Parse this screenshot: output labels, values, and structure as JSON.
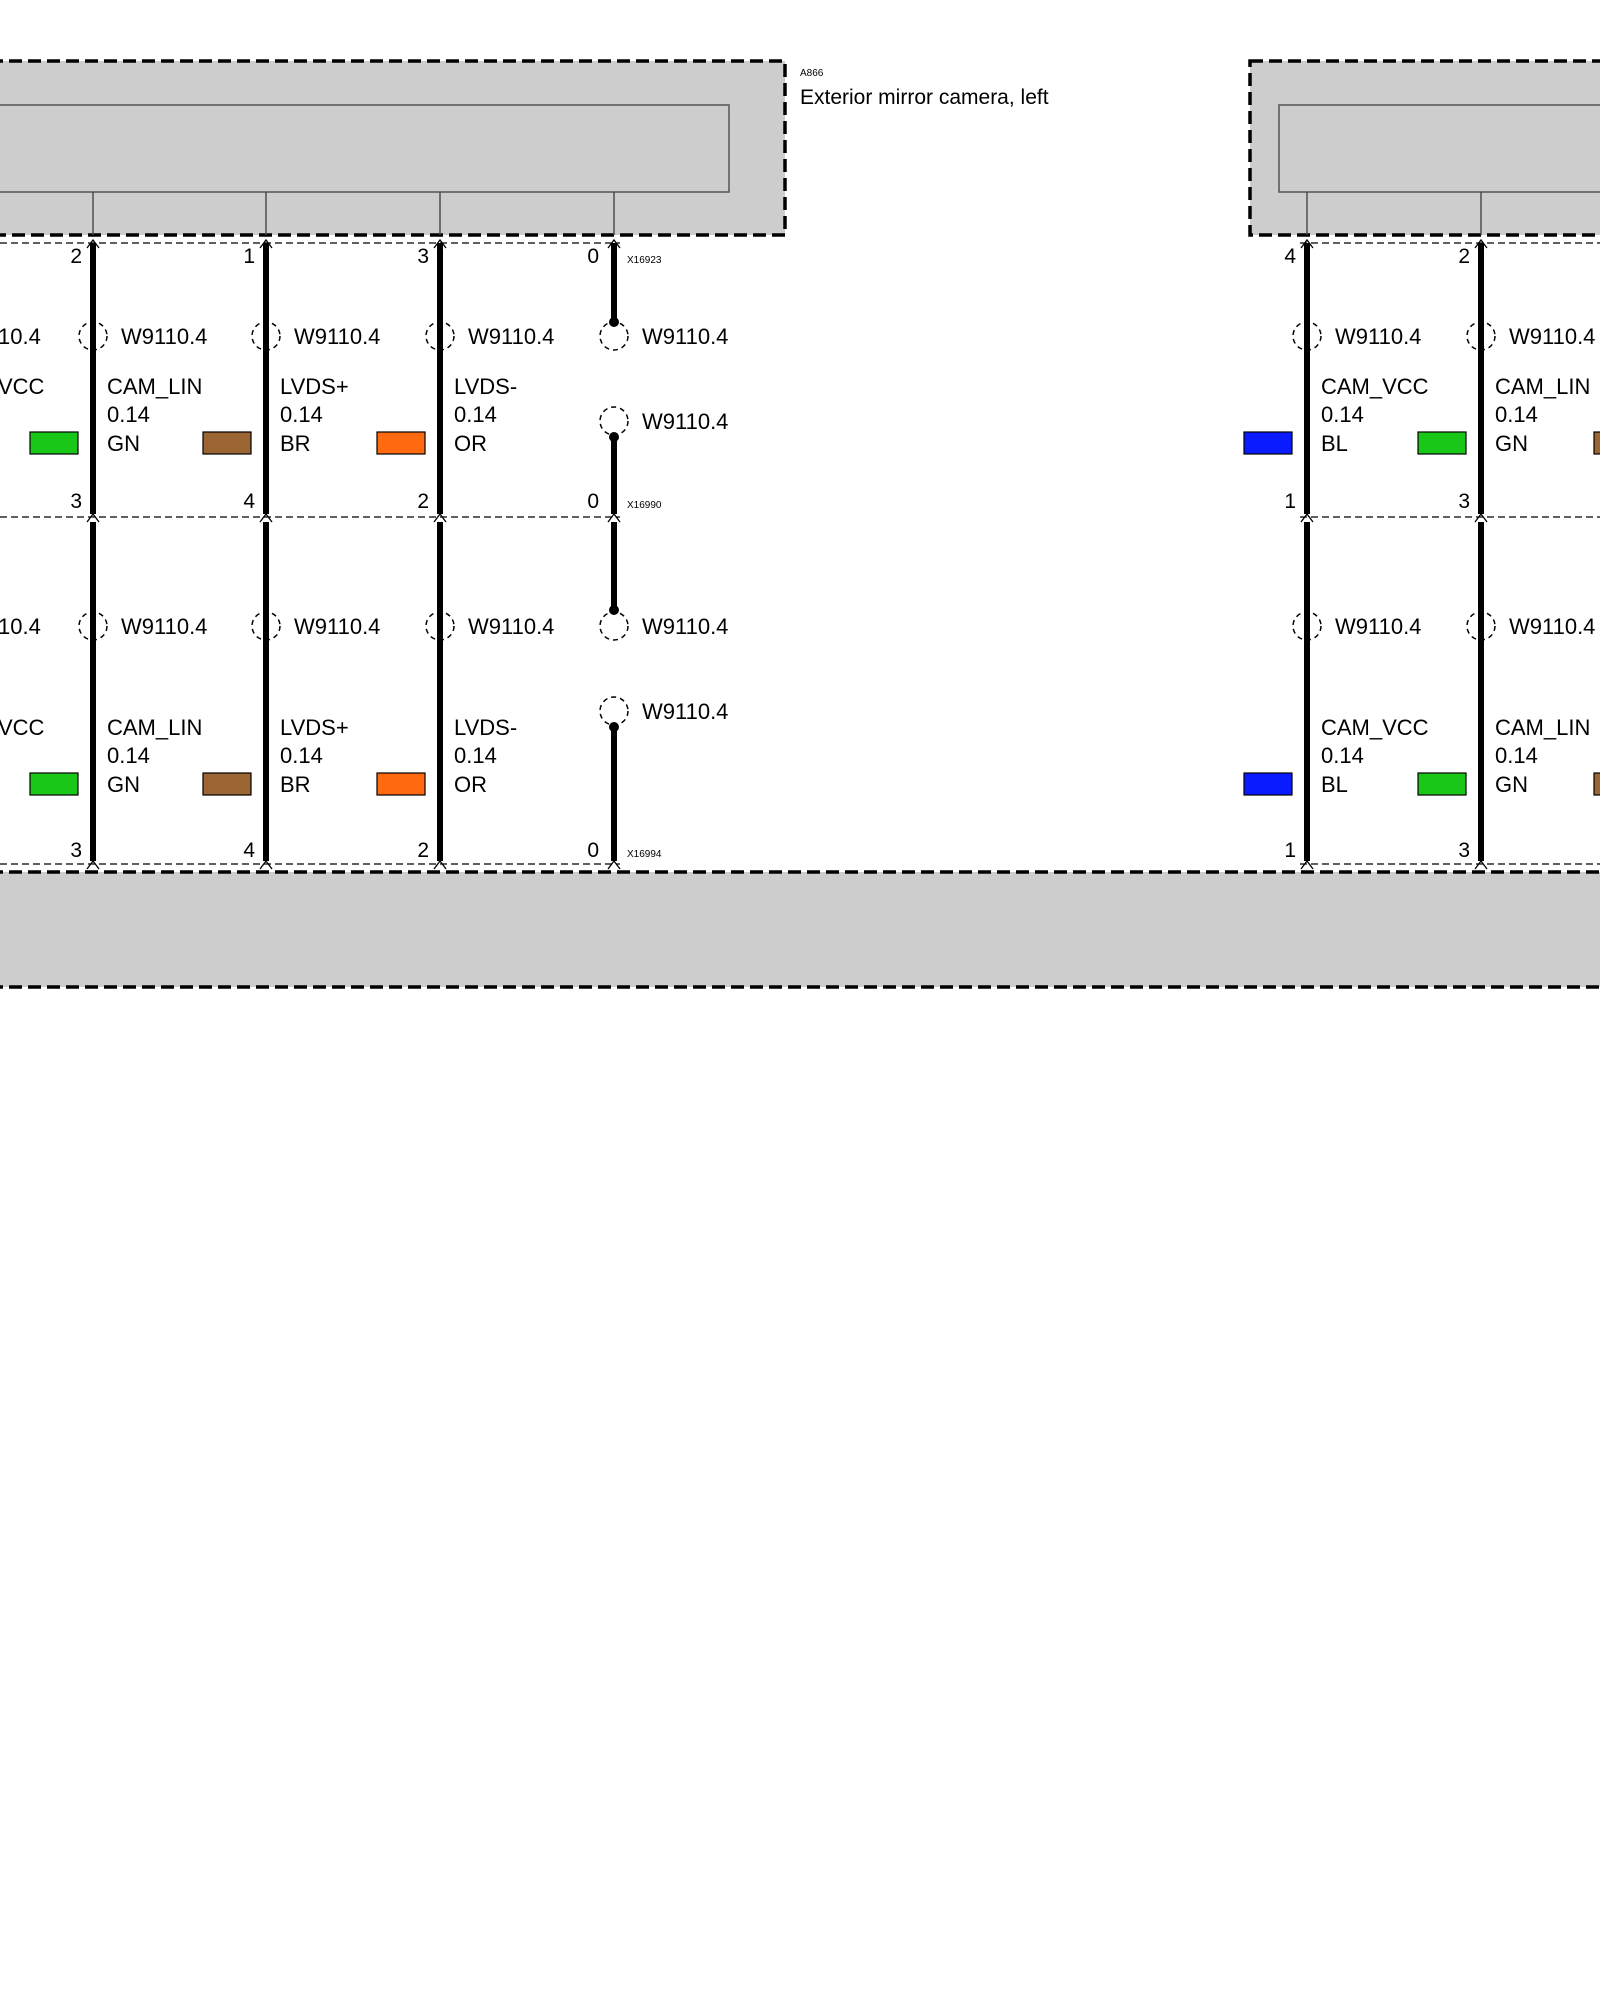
{
  "component": {
    "id": "A866",
    "name": "Exterior mirror camera, left"
  },
  "connectors": {
    "top": "X16923",
    "middle": "X16990",
    "bottom": "X16994"
  },
  "shield": "W9110.4",
  "left_group": {
    "left_clip_labels": [
      "10.4",
      "10.4"
    ],
    "left_clip_signal": [
      "VCC",
      "VCC"
    ],
    "wires": [
      {
        "signal": "CAM_LIN",
        "size": "0.14",
        "color_code": "GN",
        "color_hex": "#19c719",
        "pin_top": "2",
        "pin_mid": "3",
        "pin_bottom": "3"
      },
      {
        "signal": "LVDS+",
        "size": "0.14",
        "color_code": "BR",
        "color_hex": "#9b6634",
        "pin_top": "1",
        "pin_mid": "4",
        "pin_bottom": "4"
      },
      {
        "signal": "LVDS-",
        "size": "0.14",
        "color_code": "OR",
        "color_hex": "#ff6a10",
        "pin_top": "3",
        "pin_mid": "2",
        "pin_bottom": "2"
      }
    ],
    "shield_wire": {
      "pin_top": "0",
      "pin_mid": "0",
      "pin_bottom": "0"
    }
  },
  "right_group": {
    "wires": [
      {
        "signal": "CAM_VCC",
        "size": "0.14",
        "color_code": "BL",
        "color_hex": "#0a1cff",
        "pin_top": "4",
        "pin_mid": "1",
        "pin_bottom": "1"
      },
      {
        "signal": "CAM_LIN",
        "size": "0.14",
        "color_code": "GN",
        "color_hex": "#19c719",
        "pin_top": "2",
        "pin_mid": "3",
        "pin_bottom": "3"
      }
    ],
    "third_swatch_hex": "#9b6634"
  }
}
